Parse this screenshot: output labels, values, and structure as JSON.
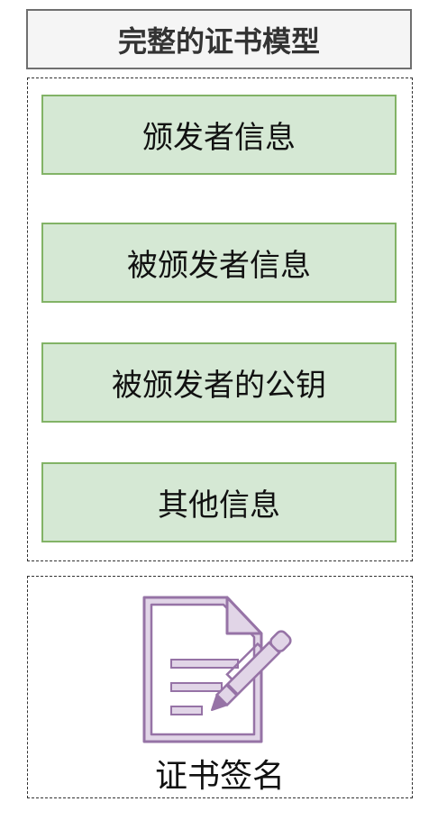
{
  "title": "完整的证书模型",
  "fields": [
    "颁发者信息",
    "被颁发者信息",
    "被颁发者的公钥",
    "其他信息"
  ],
  "signature": {
    "label": "证书签名",
    "icon": "document-pen-icon",
    "icon_color": "#9673a6",
    "icon_fill": "#e1d5e7"
  },
  "colors": {
    "field_fill": "#d5e8d4",
    "field_border": "#82b366",
    "title_fill": "#f5f5f5",
    "title_border": "#6f6f6f"
  }
}
